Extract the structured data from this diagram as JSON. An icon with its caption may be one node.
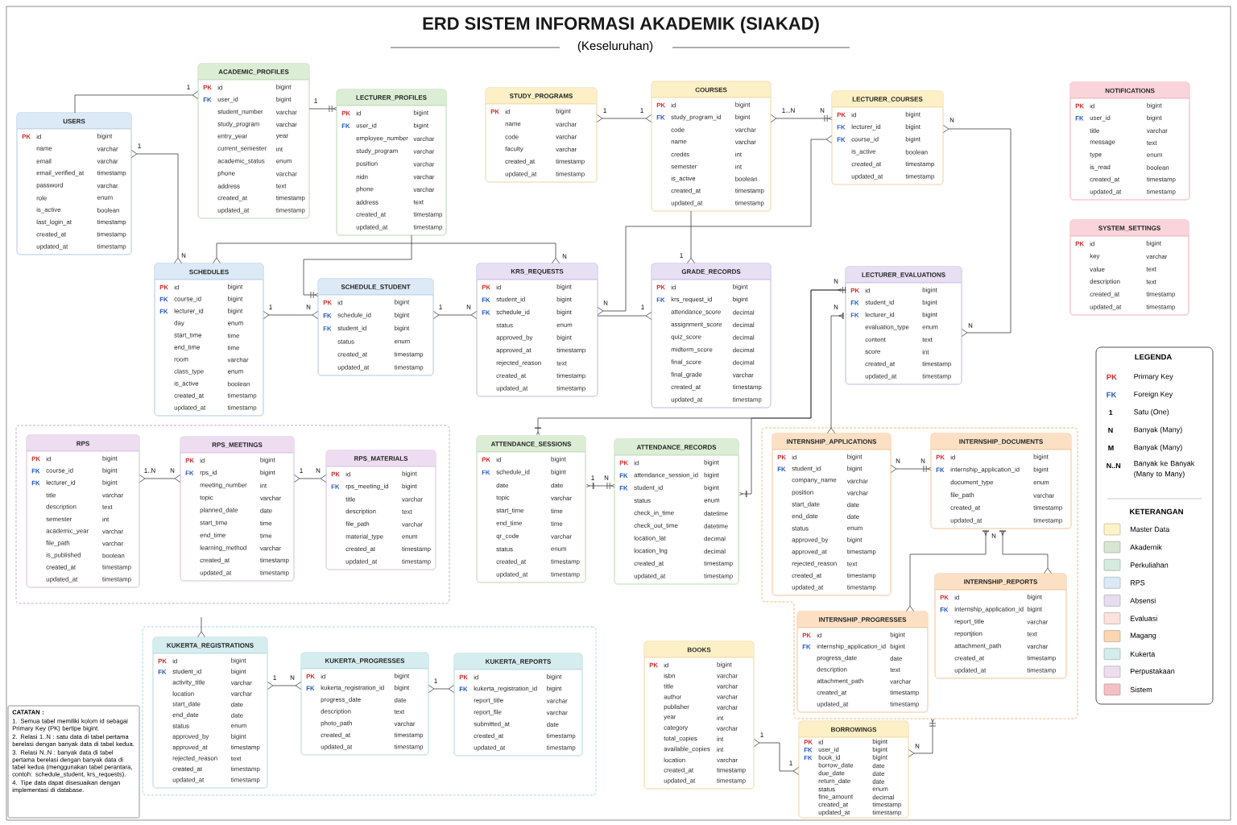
{
  "diagram": {
    "title": "ERD SISTEM INFORMASI AKADEMIK (SIAKAD)",
    "nodes": [
      {
        "text": [
          "USERS",
          "PK",
          "id",
          "bigint",
          "name",
          "varchar",
          "email",
          "varchar",
          "email_verified_at",
          "timestamp",
          "password",
          "varchar",
          "role",
          "enum",
          "is_active",
          "boolean",
          "last_login_at",
          "timestamp",
          "created_at",
          "timestamp",
          "updated_at",
          "timestamp"
        ]
      },
      {
        "text": [
          "ACADEMIC_PROFILES",
          "PK",
          "id",
          "bigint",
          "FK",
          "user_id",
          "bigint",
          "student_number",
          "varchar",
          "study_program",
          "varchar",
          "entry_year",
          "year",
          "current_semester",
          "int",
          "academic_status",
          "enum",
          "phone",
          "varchar",
          "address",
          "text",
          "created_at",
          "timestamp",
          "updated_at",
          "timestamp"
        ]
      },
      {
        "text": [
          "LECTURER_PROFILES",
          "PK",
          "id",
          "bigint",
          "FK",
          "user_id",
          "bigint",
          "employee_number",
          "varchar",
          "study_program",
          "varchar",
          "position",
          "varchar",
          "nidn",
          "varchar",
          "phone",
          "varchar",
          "address",
          "text",
          "created_at",
          "timestamp",
          "updated_at",
          "timestamp"
        ]
      },
      {
        "text": [
          "STUDY_PROGRAMS",
          "PK",
          "id",
          "bigint",
          "name",
          "varchar",
          "code",
          "varchar",
          "faculty",
          "varchar",
          "created_at",
          "timestamp",
          "updated_at",
          "timestamp"
        ]
      },
      {
        "text": [
          "COURSES",
          "PK",
          "id",
          "bigint",
          "FK",
          "study_program_id",
          "bigint",
          "code",
          "varchar",
          "name",
          "varchar",
          "credits",
          "int",
          "semester",
          "int",
          "is_active",
          "boolean",
          "created_at",
          "timestamp",
          "updated_at",
          "timestamp"
        ]
      },
      {
        "text": [
          "LECTURER_COURSES",
          "PK",
          "id",
          "bigint",
          "FK",
          "lecturer_id",
          "bigint",
          "FK",
          "course_id",
          "bigint",
          "is_active",
          "boolean",
          "created_at",
          "timestamp",
          "updated_at",
          "timestamp"
        ]
      },
      {
        "text": [
          "NOTIFICATIONS",
          "PK",
          "id",
          "bigint",
          "FK",
          "user_id",
          "bigint",
          "title",
          "varchar",
          "message",
          "text",
          "type",
          "enum",
          "is_read",
          "boolean",
          "created_at",
          "timestamp",
          "updated_at",
          "timestamp"
        ]
      },
      {
        "text": [
          "SYSTEM_SETTINGS",
          "PK",
          "id",
          "bigint",
          "key",
          "varchar",
          "value",
          "text",
          "description",
          "text",
          "created_at",
          "timestamp",
          "updated_at",
          "timestamp"
        ]
      },
      {
        "text": [
          "SCHEDULES",
          "PK",
          "id",
          "bigint",
          "FK",
          "course_id",
          "bigint",
          "FK",
          "lecturer_id",
          "bigint",
          "day",
          "enum",
          "start_time",
          "time",
          "end_time",
          "time",
          "room",
          "varchar",
          "class_type",
          "enum",
          "is_active",
          "boolean",
          "created_at",
          "timestamp",
          "updated_at",
          "timestamp"
        ]
      },
      {
        "text": [
          "SCHEDULE_STUDENT",
          "PK",
          "id",
          "bigint",
          "FK",
          "schedule_id",
          "bigint",
          "FK",
          "student_id",
          "bigint",
          "status",
          "enum",
          "created_at",
          "timestamp",
          "updated_at",
          "timestamp"
        ]
      },
      {
        "text": [
          "KRS_REQUESTS",
          "PK",
          "id",
          "bigint",
          "FK",
          "student_id",
          "bigint",
          "FK",
          "schedule_id",
          "bigint",
          "status",
          "enum",
          "approved_by",
          "bigint",
          "approved_at",
          "timestamp",
          "rejected_reason",
          "text",
          "created_at",
          "timestamp",
          "updated_at",
          "timestamp"
        ]
      },
      {
        "text": [
          "GRADE_RECORDS",
          "PK",
          "id",
          "bigint",
          "FK",
          "krs_request_id",
          "bigint",
          "attendance_score",
          "decimal",
          "assignment_score",
          "decimal",
          "quiz_score",
          "decimal",
          "midterm_score",
          "decimal",
          "final_score",
          "decimal",
          "final_grade",
          "varchar",
          "created_at",
          "timestamp",
          "updated_at",
          "timestamp"
        ]
      },
      {
        "text": [
          "LECTURER_EVALUATIONS",
          "PK",
          "id",
          "bigint",
          "FK",
          "student_id",
          "bigint",
          "FK",
          "lecturer_id",
          "bigint",
          "evaluation_type",
          "enum",
          "content",
          "text",
          "score",
          "int",
          "created_at",
          "timestamp",
          "updated_at",
          "timestamp"
        ]
      },
      {
        "text": [],
        "shape": "box"
      },
      {
        "text": [
          "RPS",
          "PK",
          "id",
          "bigint",
          "FK",
          "course_id",
          "bigint",
          "FK",
          "lecturer_id",
          "bigint",
          "title",
          "varchar",
          "description",
          "text",
          "semester",
          "int",
          "academic_year",
          "varchar",
          "file_path",
          "varchar",
          "is_published",
          "boolean",
          "created_at",
          "timestamp",
          "updated_at",
          "timestamp"
        ],
        "in": 13
      },
      {
        "text": [
          "RPS_MEETINGS",
          "PK",
          "id",
          "bigint",
          "FK",
          "rps_id",
          "bigint",
          "meeting_number",
          "int",
          "topic",
          "varchar",
          "planned_date",
          "date",
          "start_time",
          "time",
          "end_time",
          "time",
          "learning_method",
          "varchar",
          "created_at",
          "timestamp",
          "updated_at",
          "timestamp"
        ],
        "in": 13
      },
      {
        "text": [
          "RPS_MATERIALS",
          "PK",
          "id",
          "bigint",
          "FK",
          "rps_meeting_id",
          "bigint",
          "title",
          "varchar",
          "description",
          "text",
          "file_path",
          "varchar",
          "material_type",
          "enum",
          "created_at",
          "timestamp",
          "updated_at",
          "timestamp"
        ],
        "in": 13
      },
      {
        "text": [
          "ATTENDANCE_SESSIONS",
          "PK",
          "id",
          "bigint",
          "FK",
          "schedule_id",
          "bigint",
          "date",
          "date",
          "topic",
          "varchar",
          "start_time",
          "time",
          "end_time",
          "time",
          "qr_code",
          "varchar",
          "status",
          "enum",
          "created_at",
          "timestamp",
          "updated_at",
          "timestamp"
        ]
      },
      {
        "text": [
          "ATTENDANCE_RECORDS",
          "PK",
          "id",
          "bigint",
          "FK",
          "attendance_session_id",
          "bigint",
          "FK",
          "student_id",
          "bigint",
          "status",
          "enum",
          "check_in_time",
          "datetime",
          "check_out_time",
          "datetime",
          "location_lat",
          "decimal",
          "location_lng",
          "decimal",
          "created_at",
          "timestamp",
          "updated_at",
          "timestamp"
        ]
      },
      {
        "text": [],
        "shape": "box"
      },
      {
        "text": [
          "INTERNSHIP_APPLICATIONS",
          "PK",
          "id",
          "bigint",
          "FK",
          "student_id",
          "bigint",
          "company_name",
          "varchar",
          "position",
          "varchar",
          "start_date",
          "date",
          "end_date",
          "date",
          "status",
          "enum",
          "approved_by",
          "bigint",
          "approved_at",
          "timestamp",
          "rejected_reason",
          "text",
          "created_at",
          "timestamp",
          "updated_at",
          "timestamp"
        ],
        "in": 19
      },
      {
        "text": [
          "INTERNSHIP_DOCUMENTS",
          "PK",
          "id",
          "bigint",
          "FK",
          "internship_application_id",
          "bigint",
          "document_type",
          "enum",
          "file_path",
          "varchar",
          "created_at",
          "timestamp",
          "updated_at",
          "timestamp"
        ],
        "in": 19
      },
      {
        "text": [
          "INTERNSHIP_REPORTS",
          "PK",
          "id",
          "bigint",
          "FK",
          "internship_application_id",
          "bigint",
          "report_title",
          "varchar",
          "reportjtion",
          "text",
          "attachment_path",
          "varchar",
          "created_at",
          "timestamp",
          "updated_at",
          "timestamp"
        ],
        "in": 19
      },
      {
        "text": [
          "INTERNSHIP_PROGRESSES",
          "PK",
          "id",
          "bigint",
          "FK",
          "internship_application_id",
          "bigint",
          "progress_date",
          "date",
          "description",
          "text",
          "attachment_path",
          "varchar",
          "created_at",
          "timestamp",
          "updated_at",
          "timestamp"
        ],
        "in": 19
      },
      {
        "text": [],
        "shape": "box"
      },
      {
        "text": [
          "KUKERTA_REGISTRATIONS",
          "PK",
          "id",
          "bigint",
          "FK",
          "student_id",
          "bigint",
          "activity_title",
          "varchar",
          "location",
          "varchar",
          "start_date",
          "date",
          "end_date",
          "date",
          "status",
          "enum",
          "approved_by",
          "bigint",
          "approved_at",
          "timestamp",
          "rejected_reason",
          "text",
          "created_at",
          "timestamp",
          "updated_at",
          "timestamp"
        ],
        "in": 24
      },
      {
        "text": [
          "KUKERTA_PROGRESSES",
          "PK",
          "id",
          "bigint",
          "FK",
          "kukerta_registration_id",
          "bigint",
          "progress_date",
          "date",
          "description",
          "text",
          "photo_path",
          "varchar",
          "created_at",
          "timestamp",
          "updated_at",
          "timestamp"
        ],
        "in": 24
      },
      {
        "text": [
          "KUKERTA_REPORTS",
          "PK",
          "id",
          "bigint",
          "FK",
          "kukerta_registration_id",
          "bigint",
          "report_title",
          "varchar",
          "report_file",
          "varchar",
          "submitted_at",
          "date",
          "created_at",
          "timestamp",
          "updated_at",
          "timestamp"
        ],
        "in": 24
      },
      {
        "text": [
          "BOOKS",
          "PK",
          "id",
          "bigint",
          "isbn",
          "varchar",
          "title",
          "varchar",
          "author",
          "varchar",
          "publisher",
          "varchar",
          "year",
          "int",
          "category",
          "varchar",
          "total_copies",
          "int",
          "available_copies",
          "int",
          "location",
          "varchar",
          "created_at",
          "timestamp",
          "updated_at",
          "timestamp"
        ]
      },
      {
        "text": [
          "BORROWINGS",
          "PK",
          "id",
          "bigint",
          "FK",
          "user_id",
          "bigint",
          "FK",
          "book_id",
          "bigint",
          "borrow_date",
          "date",
          "due_date",
          "date",
          "return_date",
          "date",
          "status",
          "enum",
          "fine_amount",
          "decimal",
          "created_at",
          "timestamp",
          "updated_at",
          "timestamp"
        ]
      },
      {
        "text": [
          "CATATAN :",
          "1. Semua tabel memiliki kolom id sebagai Primary Key (PK) bertipe bigint.",
          "2. Relasi 1..N : satu data di tabel pertama berelasi dengan banyak data di tabel kedua.",
          "3. Relasi N..N : banyak data di tabel pertama berelasi dengan banyak data di tabel kedua (menggunakan tabel perantara, contoh: schedule_student, krs_requests).",
          "4. Tipe data dapat disesuaikan dengan implementasi di database."
        ]
      }
    ],
    "edges": [
      {
        "from": 0,
        "to": 1,
        "arrow": "other"
      },
      {
        "from": 0,
        "to": 8,
        "arrow": "other"
      },
      {
        "from": 1,
        "to": 2,
        "arrow": "other"
      },
      {
        "from": 2,
        "to": 9,
        "arrow": "other"
      },
      {
        "from": 8,
        "to": 10,
        "arrow": "other"
      },
      {
        "from": 8,
        "to": 9,
        "arrow": "other"
      },
      {
        "from": 3,
        "to": 4,
        "arrow": "other"
      },
      {
        "from": 4,
        "to": 5,
        "arrow": "other"
      },
      {
        "from": 4,
        "to": 11,
        "arrow": "other"
      },
      {
        "from": 9,
        "to": 10,
        "arrow": "other"
      },
      {
        "from": 10,
        "to": 5,
        "arrow": "other"
      },
      {
        "from": 10,
        "to": 11,
        "arrow": "other"
      },
      {
        "from": 5,
        "to": 12,
        "arrow": "other"
      },
      {
        "from": 17,
        "to": 12,
        "arrow": "other"
      },
      {
        "from": 18,
        "to": 12,
        "arrow": "other"
      },
      {
        "from": 12,
        "to": 20,
        "arrow": "other"
      },
      {
        "from": 14,
        "to": 15,
        "arrow": "other"
      },
      {
        "from": 15,
        "to": 16,
        "arrow": "other"
      },
      {
        "from": 17,
        "to": 18,
        "arrow": "other"
      },
      {
        "from": 20,
        "to": 21,
        "arrow": "other"
      },
      {
        "from": 21,
        "to": 23,
        "arrow": "other"
      },
      {
        "from": 21,
        "to": 22,
        "arrow": "other"
      },
      {
        "from": null,
        "to": 25,
        "arrow": "other"
      },
      {
        "from": 25,
        "to": 26,
        "arrow": "other"
      },
      {
        "from": 26,
        "to": 27,
        "arrow": "other"
      },
      {
        "from": 28,
        "to": 29,
        "arrow": "other"
      },
      {
        "from": 29,
        "to": 19,
        "arrow": "other"
      }
    ],
    "labels": [
      "(Keseluruhan)",
      "1",
      "1",
      "1",
      "1",
      "1...N",
      "N",
      "N",
      "1",
      "N",
      "N",
      "1",
      "N",
      "1",
      "N",
      "1",
      "N",
      "N",
      "1",
      "N",
      "N",
      "N",
      "N",
      "1..N",
      "N",
      "1",
      "N",
      "1",
      "N",
      "N",
      "1",
      "N",
      "1",
      "1",
      "N",
      "1",
      "LEGENDA",
      "PK",
      "Primary Key",
      "FK",
      "Foreign Key",
      "1",
      "Satu (One)",
      "N",
      "Banyak (Many)",
      "M",
      "Banyak (Many)",
      "N..N",
      "Banyak ke Banyak (Many to Many)",
      "KETERANGAN"
    ],
    "legend": [
      {
        "text": "Master Data",
        "color": "#fdf3c8"
      },
      {
        "text": "Akademik",
        "color": "#d9e5d3"
      },
      {
        "text": "Perkuliahan",
        "color": "#d5ebdf"
      },
      {
        "text": "RPS",
        "color": "#dbe9f5"
      },
      {
        "text": "Absensi",
        "color": "#e6ddf0"
      },
      {
        "text": "Evaluasi",
        "color": "#fbe2dc"
      },
      {
        "text": "Magang",
        "color": "#fbd6b3"
      },
      {
        "text": "Kukerta",
        "color": "#d3ecec"
      },
      {
        "text": "Perpustakaan",
        "color": "#eedcef"
      },
      {
        "text": "Sistem",
        "color": "#f5c0c5"
      }
    ]
  }
}
